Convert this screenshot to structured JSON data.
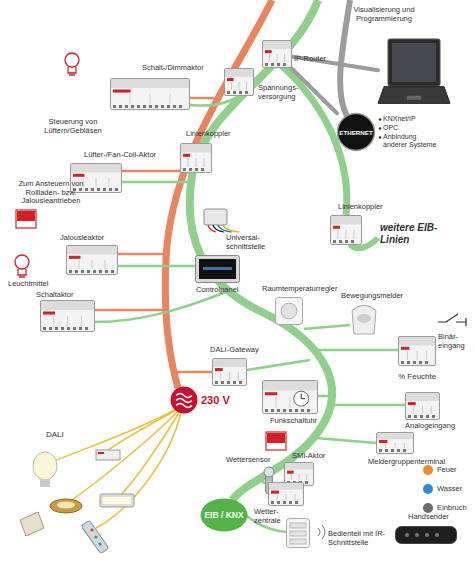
{
  "diagram": {
    "nodes": [
      {
        "text": [
          "Visualisierung und Programmierung"
        ]
      },
      {
        "text": [
          "Schalt-/Dimmaktor"
        ]
      },
      {
        "text": [
          "IP-Router"
        ]
      },
      {
        "text": [
          "Spannungs- versorgung"
        ]
      },
      {
        "text": [
          "ETHERNET"
        ]
      },
      {
        "text": [
          "Lüfter-/Fan-Coil-Aktor"
        ]
      },
      {
        "text": [
          "Linienkoppler"
        ]
      },
      {
        "text": [
          "Jalousieaktor"
        ]
      },
      {
        "text": [
          "Universal- schnittstelle"
        ]
      },
      {
        "text": [
          "Linienkoppler"
        ]
      },
      {
        "text": [
          "Schaltaktor"
        ]
      },
      {
        "text": [
          "Controlpanel"
        ]
      },
      {
        "text": [
          "Raumtemperaturregler"
        ]
      },
      {
        "text": [
          "Bewegungsmelder"
        ]
      },
      {
        "text": [
          "Binär- eingang"
        ]
      },
      {
        "text": [
          "DALI-Gateway"
        ]
      },
      {
        "text": [
          "Funkschaltuhr"
        ]
      },
      {
        "text": [
          "Analogeingang"
        ]
      },
      {
        "text": [
          "230 V"
        ]
      },
      {
        "text": [
          "SMI-Aktor"
        ]
      },
      {
        "text": [
          "Wettersensor"
        ]
      },
      {
        "text": [
          "Meldergruppenterminal"
        ]
      },
      {
        "text": [
          "Wetter- zentrale"
        ]
      },
      {
        "text": [
          "Handsender"
        ]
      },
      {
        "text": [
          "EIB / KNX"
        ]
      },
      {
        "text": [
          "Bedienteil mit IR-Schnittstelle"
        ]
      }
    ],
    "edges": [
      {
        "from": 2,
        "to": 4,
        "arrow": "none"
      },
      {
        "from": 2,
        "to": 0,
        "arrow": "none"
      }
    ],
    "labels": [
      "Steuerung von Lüftern/Gebläsen",
      "Zum Ansteuern von Rollladen- bzw. Jalousieantrieben",
      "Leuchtmittel",
      "weitere EIB-Linien",
      "KNXnet/IP",
      "OPC",
      "Anbindung anderer Systeme",
      "% Feuchte",
      "DALI",
      "Feuer",
      "Wasser",
      "Einbruch"
    ]
  }
}
